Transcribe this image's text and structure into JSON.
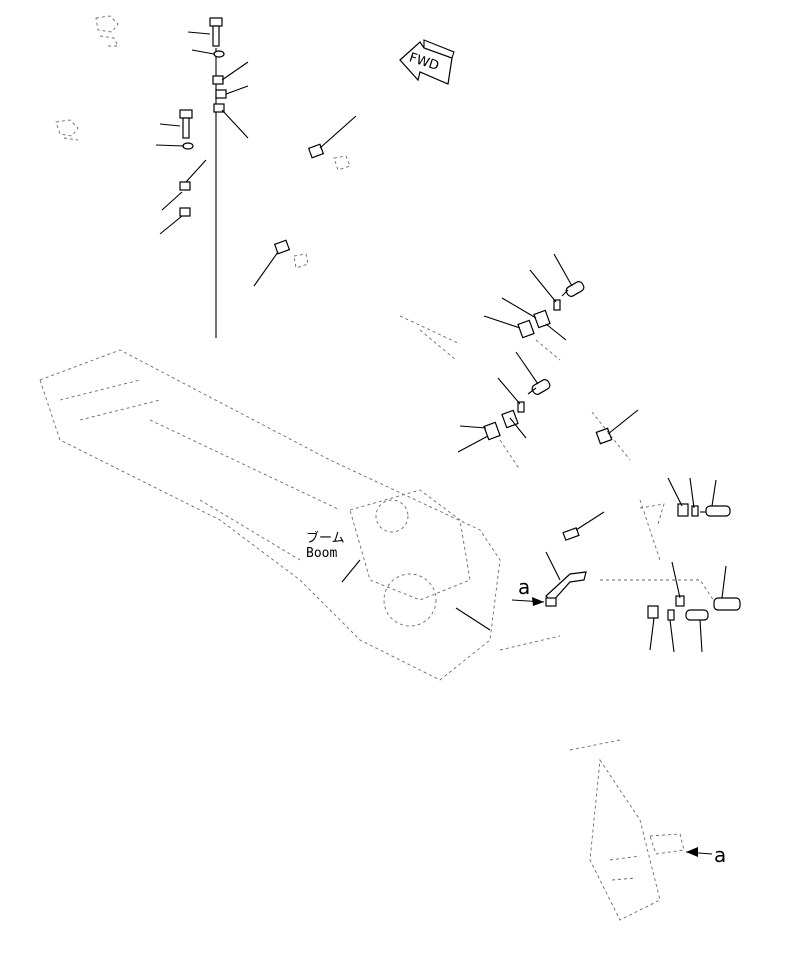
{
  "direction_arrow": {
    "label": "FWD"
  },
  "boom_label": {
    "jp": "ブーム",
    "en": "Boom"
  },
  "detail_markers": {
    "upper": "a",
    "lower": "a"
  }
}
